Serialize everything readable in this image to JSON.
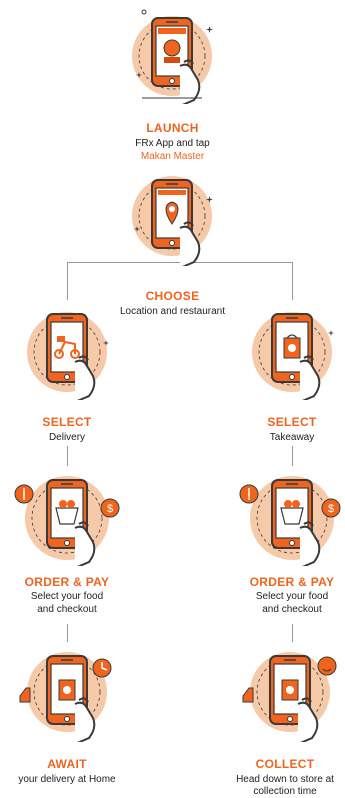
{
  "theme": {
    "accent": "#f0641e",
    "blob": "#f6c9a8",
    "ink": "#3a3a3a"
  },
  "steps": [
    {
      "title": "LAUNCH",
      "line1": "FRx App and tap",
      "line2": "Makan Master",
      "screen": "app-logo"
    },
    {
      "title": "CHOOSE",
      "line1": "Location and restaurant",
      "screen": "map-pin"
    },
    {
      "title": "SELECT",
      "line1": "Delivery",
      "screen": "scooter"
    },
    {
      "title": "SELECT",
      "line1": "Takeaway",
      "screen": "takeaway-bag"
    },
    {
      "title": "ORDER & PAY",
      "line1": "Select your food",
      "line2": "and checkout",
      "screen": "food-basket"
    },
    {
      "title": "ORDER & PAY",
      "line1": "Select your food",
      "line2": "and checkout",
      "screen": "food-basket"
    },
    {
      "title": "AWAIT",
      "line1": "your delivery at Home",
      "screen": "delivery-bag"
    },
    {
      "title": "COLLECT",
      "line1": "Head down to store at",
      "line2": "collection time",
      "screen": "store-pickup"
    }
  ]
}
